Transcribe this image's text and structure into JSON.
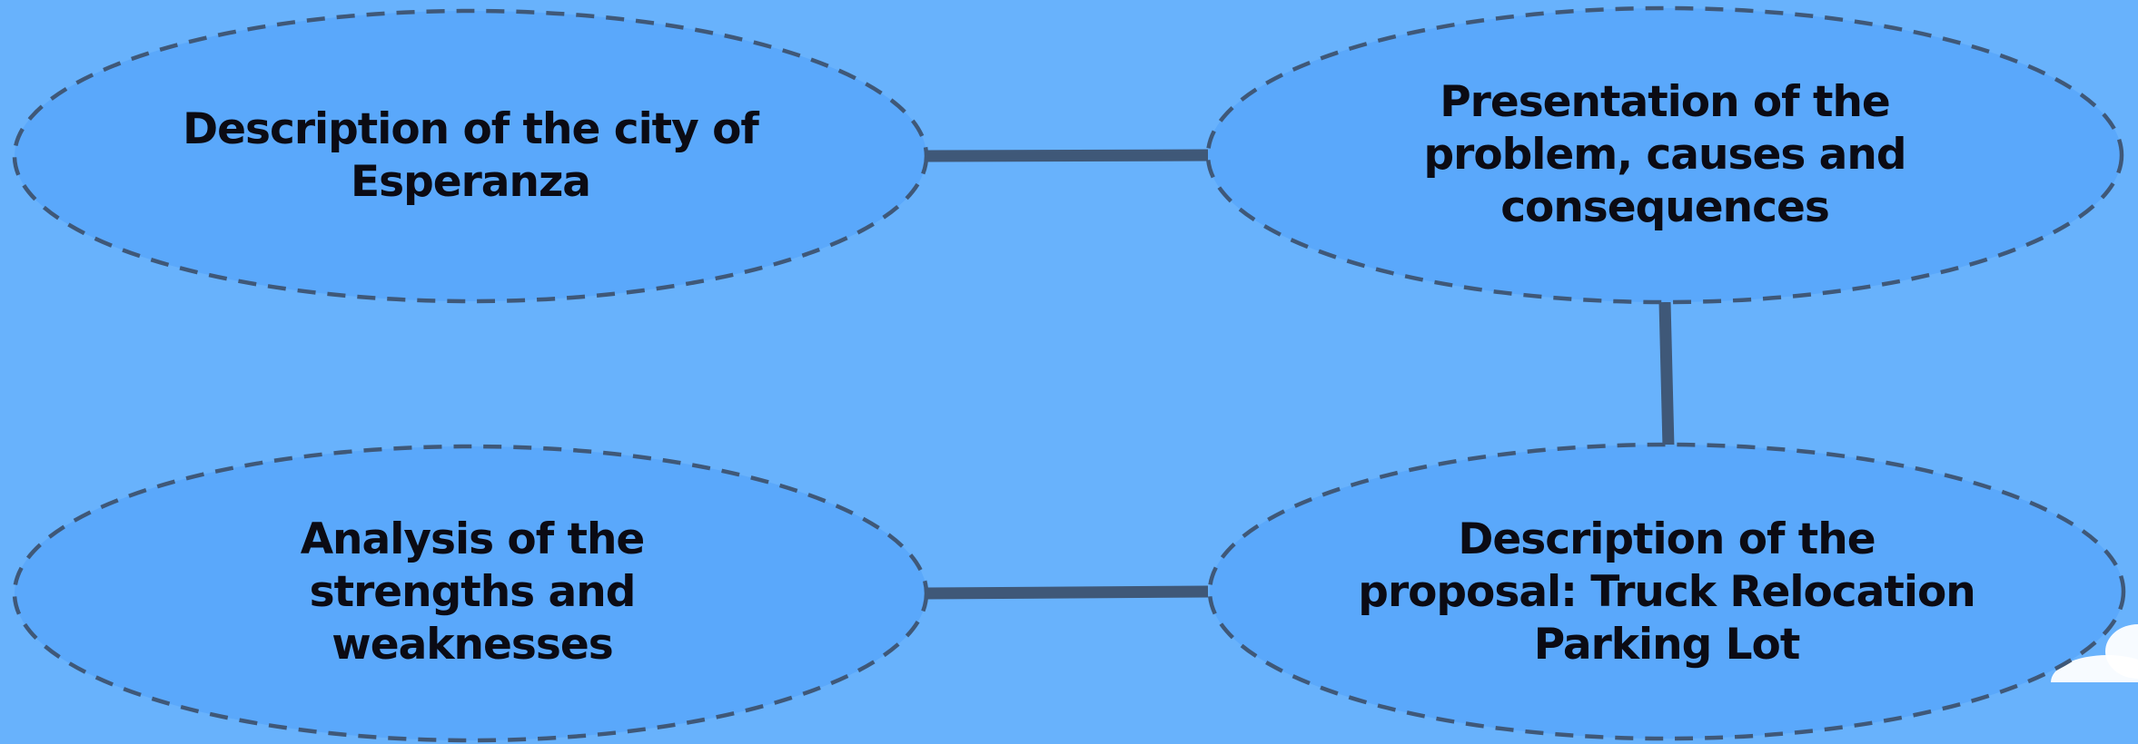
{
  "diagram": {
    "colors": {
      "background": "#68b2fc",
      "node_fill": "#5aa8fb",
      "node_border": "#3f5878",
      "connector": "#3f5878",
      "text": "#0b0b14"
    },
    "nodes": {
      "city": {
        "label": "Description of the city of Esperanza"
      },
      "problem": {
        "label": "Presentation of the problem, causes and consequences"
      },
      "proposal": {
        "label": "Description of the proposal: Truck Relocation Parking Lot"
      },
      "analysis": {
        "label": "Analysis of the strengths and weaknesses"
      }
    },
    "connections": [
      {
        "from": "city",
        "to": "problem"
      },
      {
        "from": "problem",
        "to": "proposal"
      },
      {
        "from": "analysis",
        "to": "proposal"
      }
    ]
  }
}
